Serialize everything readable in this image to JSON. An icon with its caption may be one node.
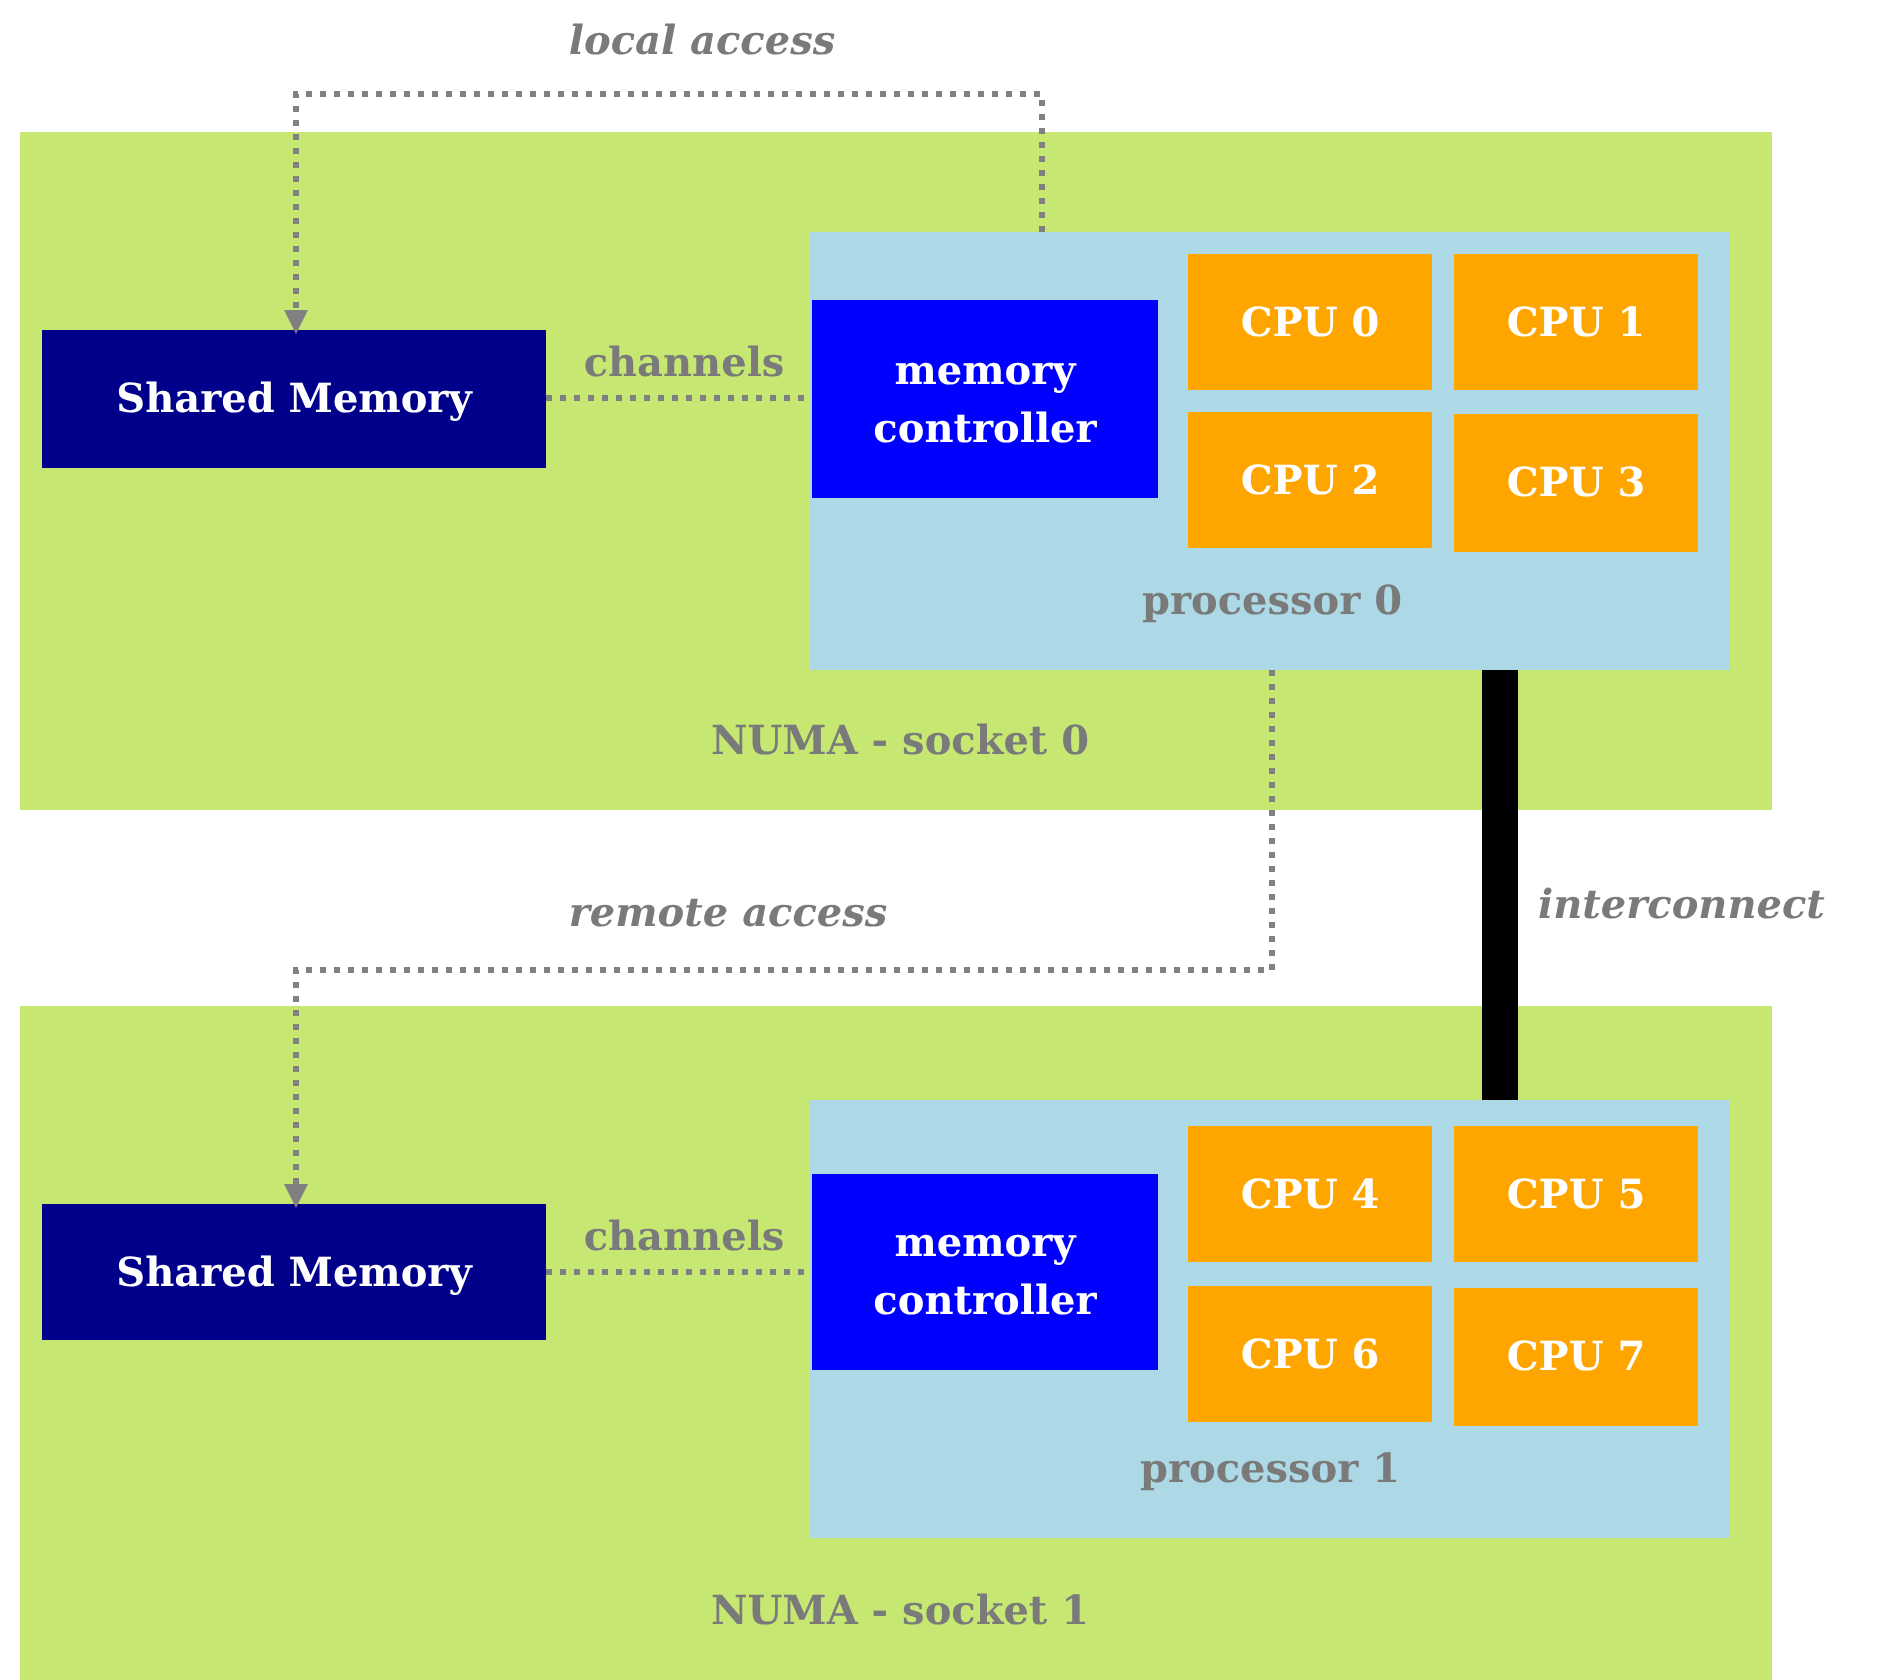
{
  "diagram": {
    "nodes": [
      {
        "text": [
          "NUMA - socket 0"
        ]
      },
      {
        "text": [
          "Shared Memory"
        ],
        "in": 0
      },
      {
        "text": [
          "processor 0"
        ],
        "in": 0
      },
      {
        "text": [
          "memory controller"
        ],
        "in": 2
      },
      {
        "text": [
          "CPU 0"
        ],
        "in": 2
      },
      {
        "text": [
          "CPU 1"
        ],
        "in": 2
      },
      {
        "text": [
          "CPU 2"
        ],
        "in": 2
      },
      {
        "text": [
          "CPU 3"
        ],
        "in": 2
      },
      {
        "text": [
          "NUMA - socket 1"
        ]
      },
      {
        "text": [
          "Shared Memory"
        ],
        "in": 8
      },
      {
        "text": [
          "processor 1"
        ],
        "in": 8
      },
      {
        "text": [
          "memory controller"
        ],
        "in": 10
      },
      {
        "text": [
          "CPU 4"
        ],
        "in": 10
      },
      {
        "text": [
          "CPU 5"
        ],
        "in": 10
      },
      {
        "text": [
          "CPU 6"
        ],
        "in": 10
      },
      {
        "text": [
          "CPU 7"
        ],
        "in": 10
      }
    ],
    "edges": [
      {
        "from": 2,
        "to": 1,
        "arrow": "to",
        "label": "local access",
        "style": "dashed"
      },
      {
        "from": 1,
        "to": 3,
        "arrow": "none",
        "label": "channels",
        "style": "dashed"
      },
      {
        "from": 2,
        "to": 9,
        "arrow": "to",
        "label": "remote access",
        "style": "dashed"
      },
      {
        "from": 9,
        "to": 11,
        "arrow": "none",
        "label": "channels",
        "style": "dashed"
      },
      {
        "from": 2,
        "to": 10,
        "arrow": "none",
        "label": "interconnect",
        "style": "thick",
        "color": "#000000"
      }
    ]
  }
}
